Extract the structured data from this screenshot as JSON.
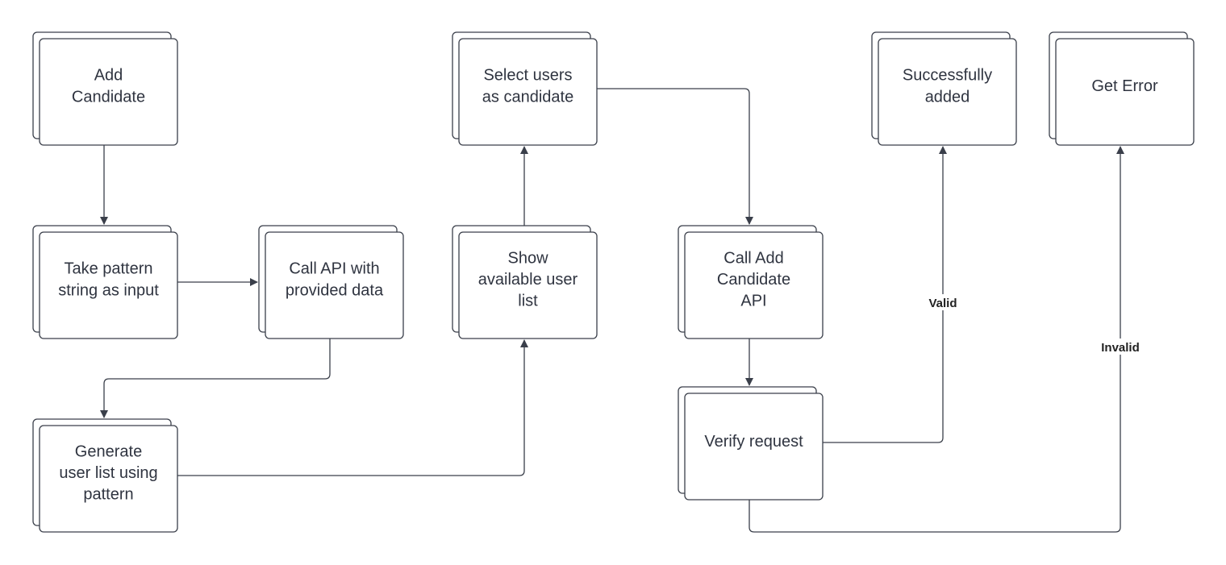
{
  "diagram": {
    "nodes": [
      {
        "id": "add_candidate",
        "lines": [
          "Add",
          "Candidate"
        ]
      },
      {
        "id": "take_pattern",
        "lines": [
          "Take pattern",
          "string as input"
        ]
      },
      {
        "id": "call_api",
        "lines": [
          "Call API with",
          "provided data"
        ]
      },
      {
        "id": "generate_list",
        "lines": [
          "Generate",
          "user list using",
          "pattern"
        ]
      },
      {
        "id": "show_list",
        "lines": [
          "Show",
          "available user",
          "list"
        ]
      },
      {
        "id": "select_users",
        "lines": [
          "Select users",
          "as candidate"
        ]
      },
      {
        "id": "call_add_api",
        "lines": [
          "Call Add",
          "Candidate",
          "API"
        ]
      },
      {
        "id": "verify_request",
        "lines": [
          "Verify request"
        ]
      },
      {
        "id": "success",
        "lines": [
          "Successfully",
          "added"
        ]
      },
      {
        "id": "get_error",
        "lines": [
          "Get Error"
        ]
      }
    ],
    "edges": [
      {
        "from": "add_candidate",
        "to": "take_pattern",
        "label": ""
      },
      {
        "from": "take_pattern",
        "to": "call_api",
        "label": ""
      },
      {
        "from": "call_api",
        "to": "generate_list",
        "label": ""
      },
      {
        "from": "generate_list",
        "to": "show_list",
        "label": ""
      },
      {
        "from": "show_list",
        "to": "select_users",
        "label": ""
      },
      {
        "from": "select_users",
        "to": "call_add_api",
        "label": ""
      },
      {
        "from": "call_add_api",
        "to": "verify_request",
        "label": ""
      },
      {
        "from": "verify_request",
        "to": "success",
        "label": "Valid"
      },
      {
        "from": "verify_request",
        "to": "get_error",
        "label": "Invalid"
      }
    ]
  }
}
